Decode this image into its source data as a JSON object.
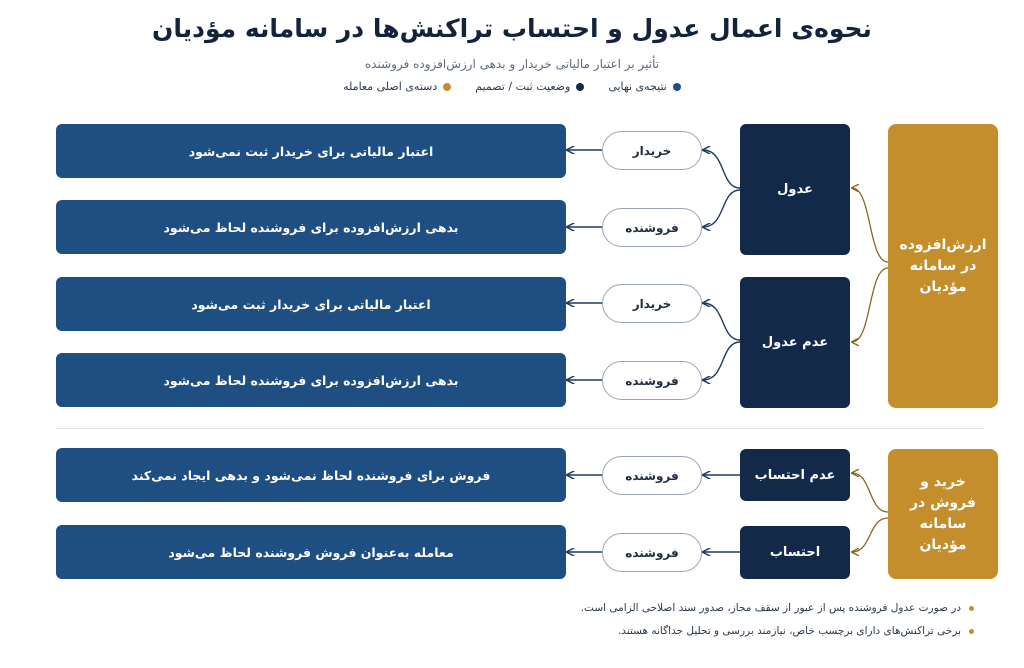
{
  "title": "نحوه‌ی اعمال عدول و احتساب تراکنش‌ها در سامانه مؤدیان",
  "subtitle": "تأثیر بر اعتبار مالیاتی خریدار و بدهی ارزش‌افزوده فروشنده",
  "legend": [
    {
      "label": "نتیجه‌ی نهایی",
      "color": "#1f4e82"
    },
    {
      "label": "وضعیت ثبت / تصمیم",
      "color": "#13294a"
    },
    {
      "label": "دسته‌ی اصلی معامله",
      "color": "#c48e2c"
    }
  ],
  "colors": {
    "category": "#c48e2c",
    "status": "#13294a",
    "result": "#1f4e82",
    "connector": "#1f3b5e",
    "connector_category": "#8a6524"
  },
  "categories": [
    {
      "label": "ارزش‌افزوده در سامانه مؤدیان"
    },
    {
      "label": "خرید و فروش در سامانه مؤدیان"
    }
  ],
  "statuses": [
    {
      "label": "عدول"
    },
    {
      "label": "عدم عدول"
    },
    {
      "label": "عدم احتساب"
    },
    {
      "label": "احتساب"
    }
  ],
  "parties": [
    {
      "label": "خریدار"
    },
    {
      "label": "فروشنده"
    },
    {
      "label": "خریدار"
    },
    {
      "label": "فروشنده"
    },
    {
      "label": "فروشنده"
    },
    {
      "label": "فروشنده"
    }
  ],
  "results": [
    {
      "label": "اعتبار مالیاتی برای خریدار ثبت نمی‌شود"
    },
    {
      "label": "بدهی ارزش‌افزوده برای فروشنده لحاظ می‌شود"
    },
    {
      "label": "اعتبار مالیاتی برای خریدار ثبت می‌شود"
    },
    {
      "label": "بدهی ارزش‌افزوده برای فروشنده لحاظ می‌شود"
    },
    {
      "label": "فروش برای فروشنده لحاظ نمی‌شود و بدهی ایجاد نمی‌کند"
    },
    {
      "label": "معامله به‌عنوان فروش فروشنده لحاظ می‌شود"
    }
  ],
  "notes": [
    "در صورت عدول فروشنده پس از عبور از سقف مجاز، صدور سند اصلاحی الزامی است.",
    "برخی تراکنش‌های دارای برچسب خاص، نیازمند بررسی و تحلیل جداگانه هستند."
  ]
}
